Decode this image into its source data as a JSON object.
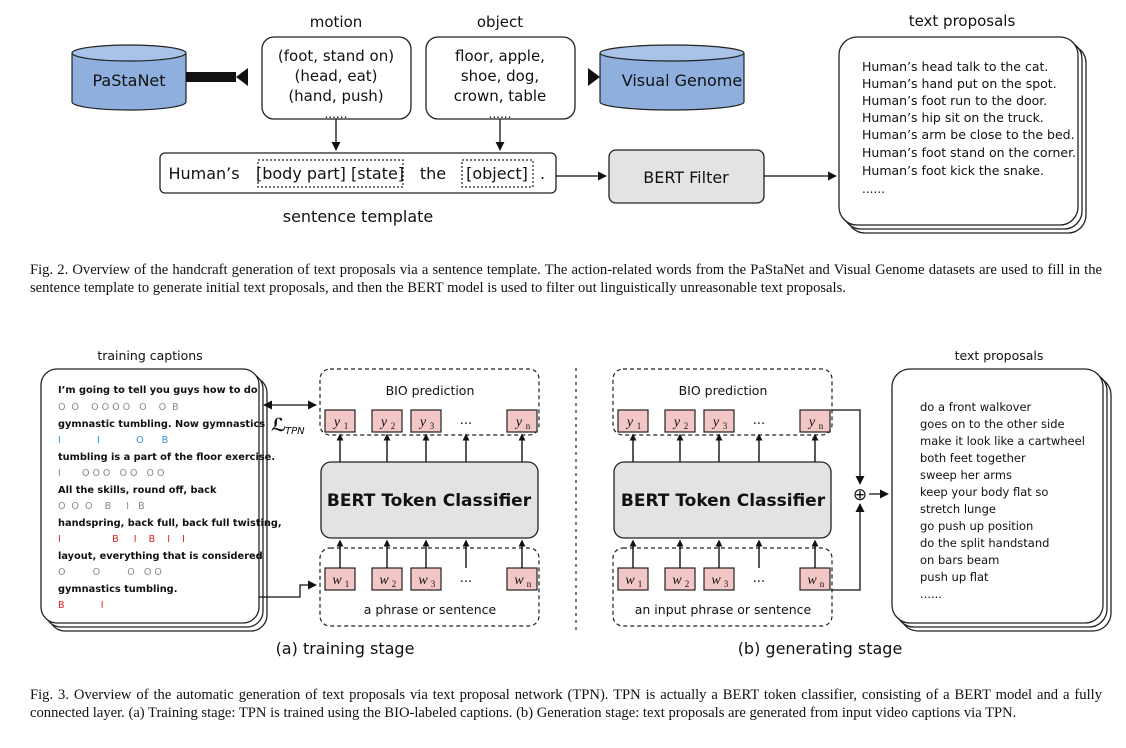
{
  "fig2": {
    "motion_title": "motion",
    "object_title": "object",
    "text_proposals_title": "text proposals",
    "pastanet": "PaStaNet",
    "visual_genome": "Visual Genome",
    "motion_items": [
      "(foot, stand on)",
      "(head, eat)",
      "(hand, push)",
      "......"
    ],
    "object_items": [
      "floor, apple,",
      "shoe, dog,",
      "crown, table",
      "......"
    ],
    "template_human": "Human’s",
    "template_bodypart": "[body part] [state]",
    "template_the": "the",
    "template_object": "[object]",
    "template_period": ".",
    "sentence_template_label": "sentence template",
    "bert_filter": "BERT Filter",
    "proposals": [
      "Human’s head talk to the cat.",
      "Human’s hand put on the spot.",
      "Human’s foot run to the door.",
      "Human’s hip sit on the truck.",
      "Human’s arm be close to the bed.",
      "Human’s foot stand on the corner.",
      "Human’s foot kick the snake.",
      "......"
    ],
    "caption": "Fig. 2.  Overview of the handcraft generation of text proposals via a sentence template. The action-related words from the PaStaNet and Visual Genome datasets are used to fill in the sentence template to generate initial text proposals, and then the BERT model is used to filter out linguistically unreasonable text proposals."
  },
  "fig3": {
    "training_captions_title": "training captions",
    "text_proposals_title": "text proposals",
    "loss_symbol": "ℒ",
    "loss_subscript": "TPN",
    "bio_prediction": "BIO prediction",
    "bert_token_classifier": "BERT Token Classifier",
    "phrase_left": "a phrase or sentence",
    "phrase_right": "an input phrase or sentence",
    "ellipsis": "...",
    "y_tokens": [
      "y",
      "y",
      "y",
      "y"
    ],
    "y_subs": [
      "1",
      "2",
      "3",
      "n"
    ],
    "w_tokens": [
      "w",
      "w",
      "w",
      "w"
    ],
    "w_subs": [
      "1",
      "2",
      "3",
      "n"
    ],
    "oplus": "⊕",
    "caption_lines": [
      "I’m going to tell you guys how to do",
      "gymnastic tumbling. Now gymnastics",
      "tumbling is a part of the floor exercise.",
      "All the skills, round off, back",
      "handspring, back full, back full twisting,",
      "layout, everything that is considered",
      "gymnastics tumbling."
    ],
    "bio_rows": [
      "O  O    O O O O   O    O  B",
      "I            I            O      B",
      "I       O O O   O O   O O",
      "O  O  O    B     I   B",
      "I                 B     I    B    I    I",
      "O         O         O   O O",
      "B            I"
    ],
    "proposals": [
      "do a front walkover",
      "goes on to the other side",
      "make it look like a cartwheel",
      "both feet together",
      "sweep her arms",
      "keep your body flat so",
      "stretch lunge",
      "go push up position",
      "do the split handstand",
      "on bars beam",
      "push up flat",
      "......"
    ],
    "label_a": "(a) training stage",
    "label_b": "(b) generating stage",
    "caption": "Fig. 3.  Overview of the automatic generation of text proposals via text proposal network (TPN). TPN is actually a BERT token classifier, consisting of a BERT model and a fully connected layer. (a) Training stage: TPN is trained using the BIO-labeled captions. (b) Generation stage: text proposals are generated from input video captions via TPN."
  }
}
